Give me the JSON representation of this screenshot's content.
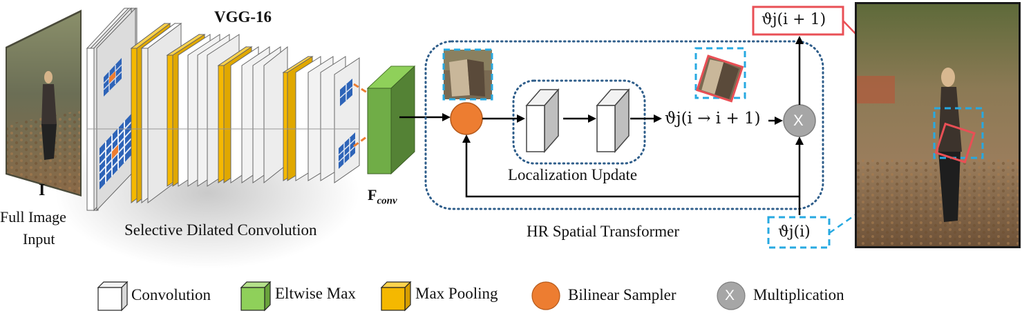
{
  "title": "VGG-16",
  "input": {
    "symbol": "I",
    "label_line1": "Full Image",
    "label_line2": "Input"
  },
  "sdc_label": "Selective Dilated Convolution",
  "fconv": {
    "base": "F",
    "sub": "conv"
  },
  "loc_update_label": "Localization Update",
  "theta_update": "ϑj(i → i + 1)",
  "theta_next": "ϑj(i + 1)",
  "theta_current": "ϑj(i)",
  "multiply_symbol": "X",
  "hr_label": "HR Spatial Transformer",
  "legend": [
    {
      "label": "Convolution",
      "color": "#ffffff",
      "type": "cube"
    },
    {
      "label": "Eltwise Max",
      "color": "#8fd05a",
      "type": "cube"
    },
    {
      "label": "Max Pooling",
      "color": "#f5b800",
      "type": "cube"
    },
    {
      "label": "Bilinear Sampler",
      "color": "#ed7d31",
      "type": "circle"
    },
    {
      "label": "Multiplication",
      "color": "#a6a6a6",
      "type": "xcircle"
    }
  ],
  "colors": {
    "conv_face": "#ffffff",
    "pool_face": "#f5b800",
    "eltwise_face": "#70ad47",
    "sampler": "#ed7d31",
    "multiply": "#a6a6a6",
    "red_box": "#e94f55",
    "cyan_box": "#27a9e1",
    "dotted": "#2e5d8a"
  }
}
